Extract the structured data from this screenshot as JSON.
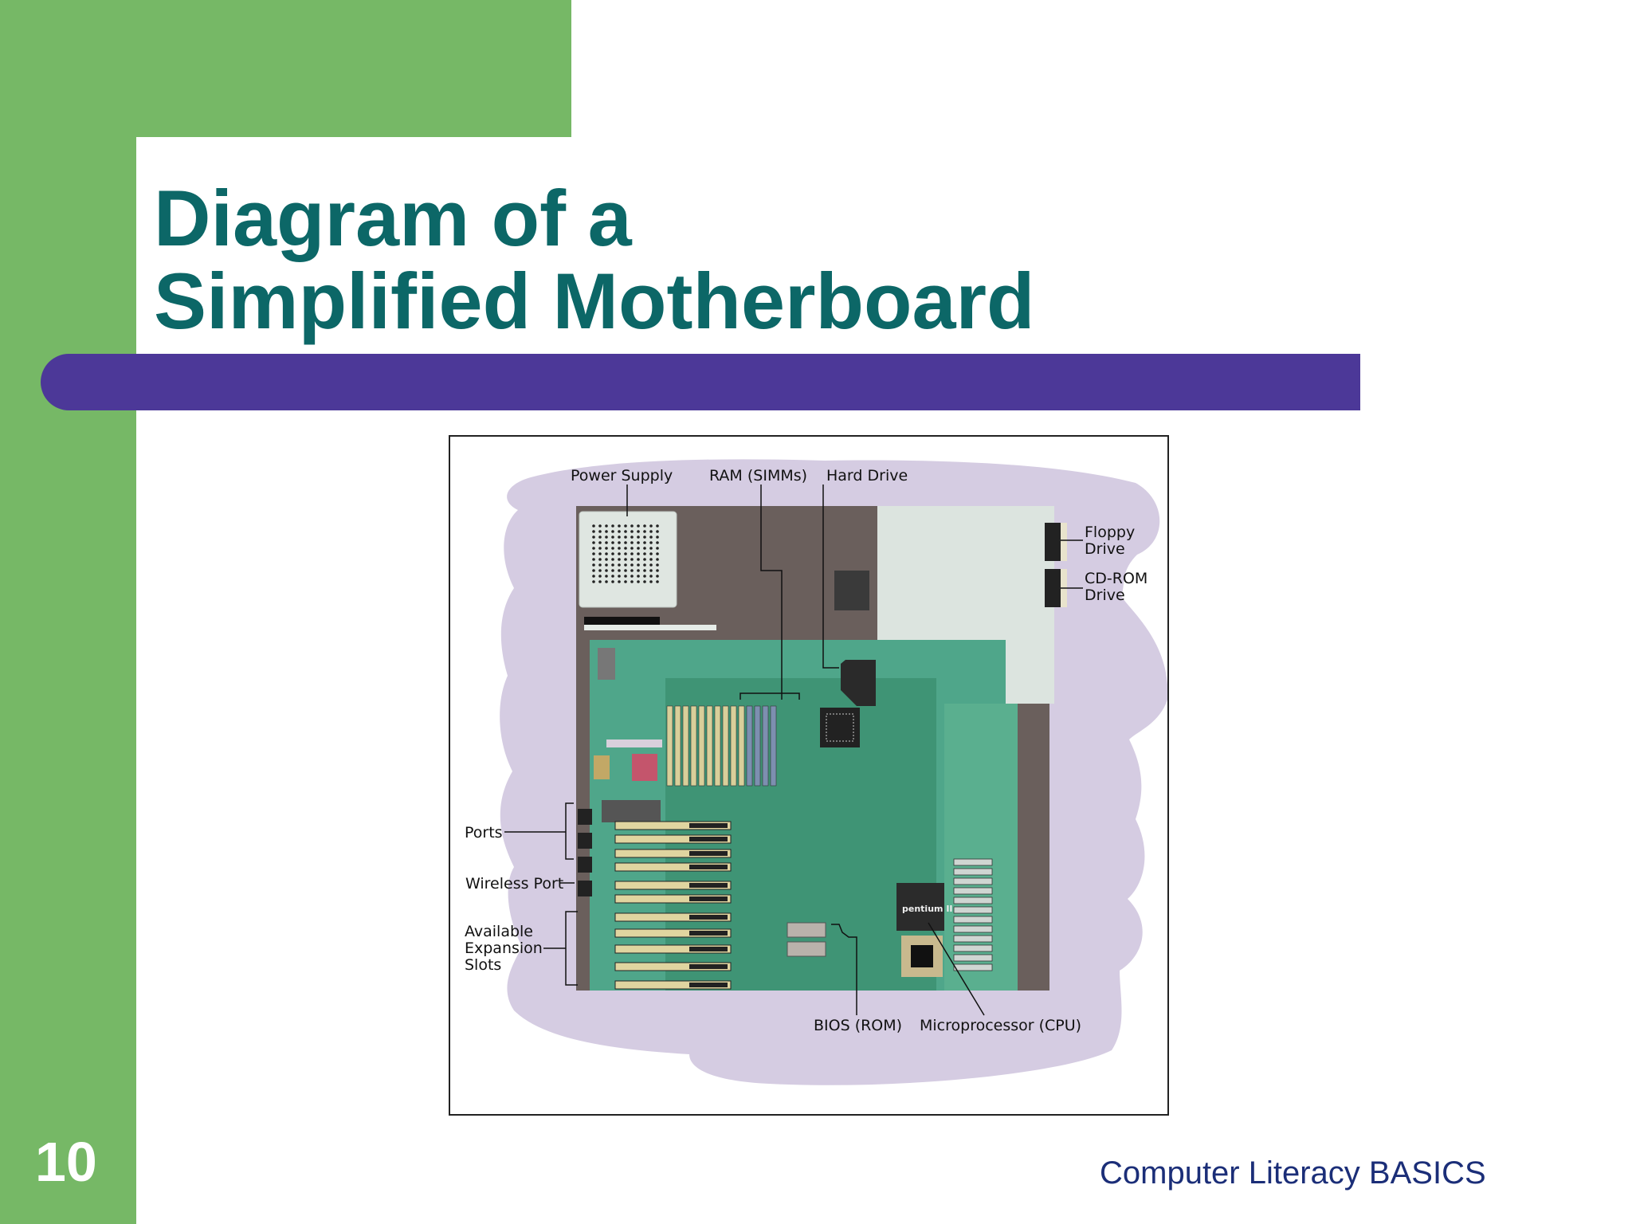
{
  "slide": {
    "title_line1": "Diagram of a",
    "title_line2": "Simplified Motherboard",
    "number": "10",
    "footer": "Computer Literacy BASICS"
  },
  "diagram": {
    "labels": {
      "power_supply": "Power Supply",
      "ram": "RAM (SIMMs)",
      "hard_drive": "Hard Drive",
      "floppy_line1": "Floppy",
      "floppy_line2": "Drive",
      "cdrom_line1": "CD-ROM",
      "cdrom_line2": "Drive",
      "ports": "Ports",
      "wireless_port": "Wireless Port",
      "expansion_line1": "Available",
      "expansion_line2": "Expansion",
      "expansion_line3": "Slots",
      "bios": "BIOS (ROM)",
      "cpu": "Microprocessor (CPU)",
      "chip_brand": "pentium II"
    }
  },
  "colors": {
    "green_band": "#76b866",
    "title": "#0c6767",
    "purple_bar": "#4c3898",
    "footer": "#1b2e78",
    "board_green": "#4fa68a",
    "blob": "#d5cce2"
  }
}
